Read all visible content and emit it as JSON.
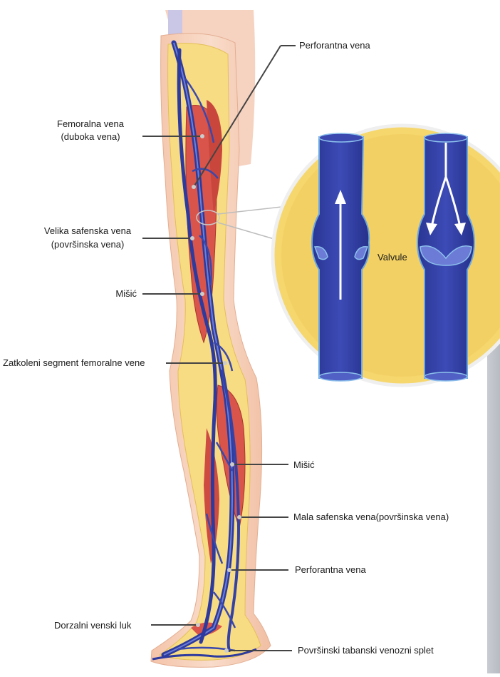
{
  "labels": {
    "perforantna_top": "Perforantna vena",
    "femoralna_1": "Femoralna vena",
    "femoralna_2": "(duboka vena)",
    "velika_1": "Velika safenska vena",
    "velika_2": "(površinska vena)",
    "misic_left": "Mišić",
    "zatkoleni": "Zatkoleni segment femoralne vene",
    "valvule": "Valvule",
    "misic_right": "Mišić",
    "mala": "Mala safenska vena(površinska vena)",
    "perforantna_bottom": "Perforantna vena",
    "dorzalni": "Dorzalni venski luk",
    "povrsinski": "Površinski tabanski venozni splet"
  },
  "colors": {
    "skin": "#f6d2bd",
    "fat": "#f8dc83",
    "muscle": "#d9534a",
    "vein": "#2d3a9e",
    "vein_light": "#5566c9",
    "circle": "#f5d76e",
    "arrow": "#ffffff"
  },
  "icons": {
    "up_arrow": "arrow-up-icon",
    "split_arrow": "arrow-split-down-icon"
  }
}
